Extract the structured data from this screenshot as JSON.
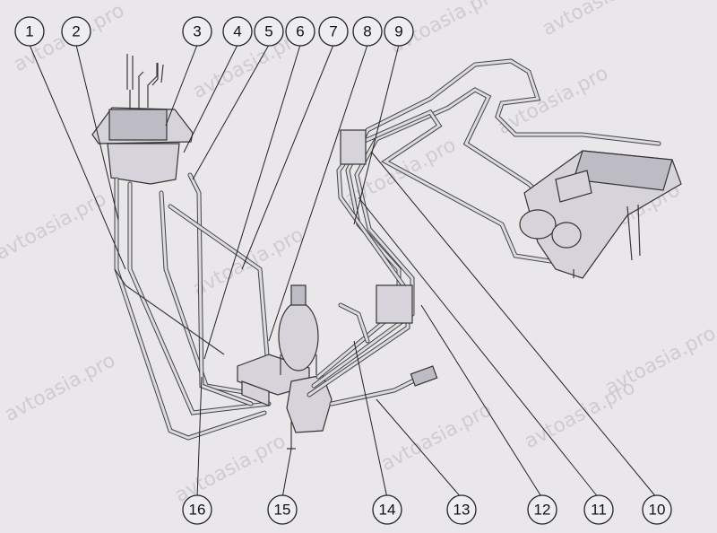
{
  "callouts": [
    "1",
    "2",
    "3",
    "4",
    "5",
    "6",
    "7",
    "8",
    "9",
    "10",
    "11",
    "12",
    "13",
    "14",
    "15",
    "16"
  ],
  "watermark": "avtoasia.pro"
}
